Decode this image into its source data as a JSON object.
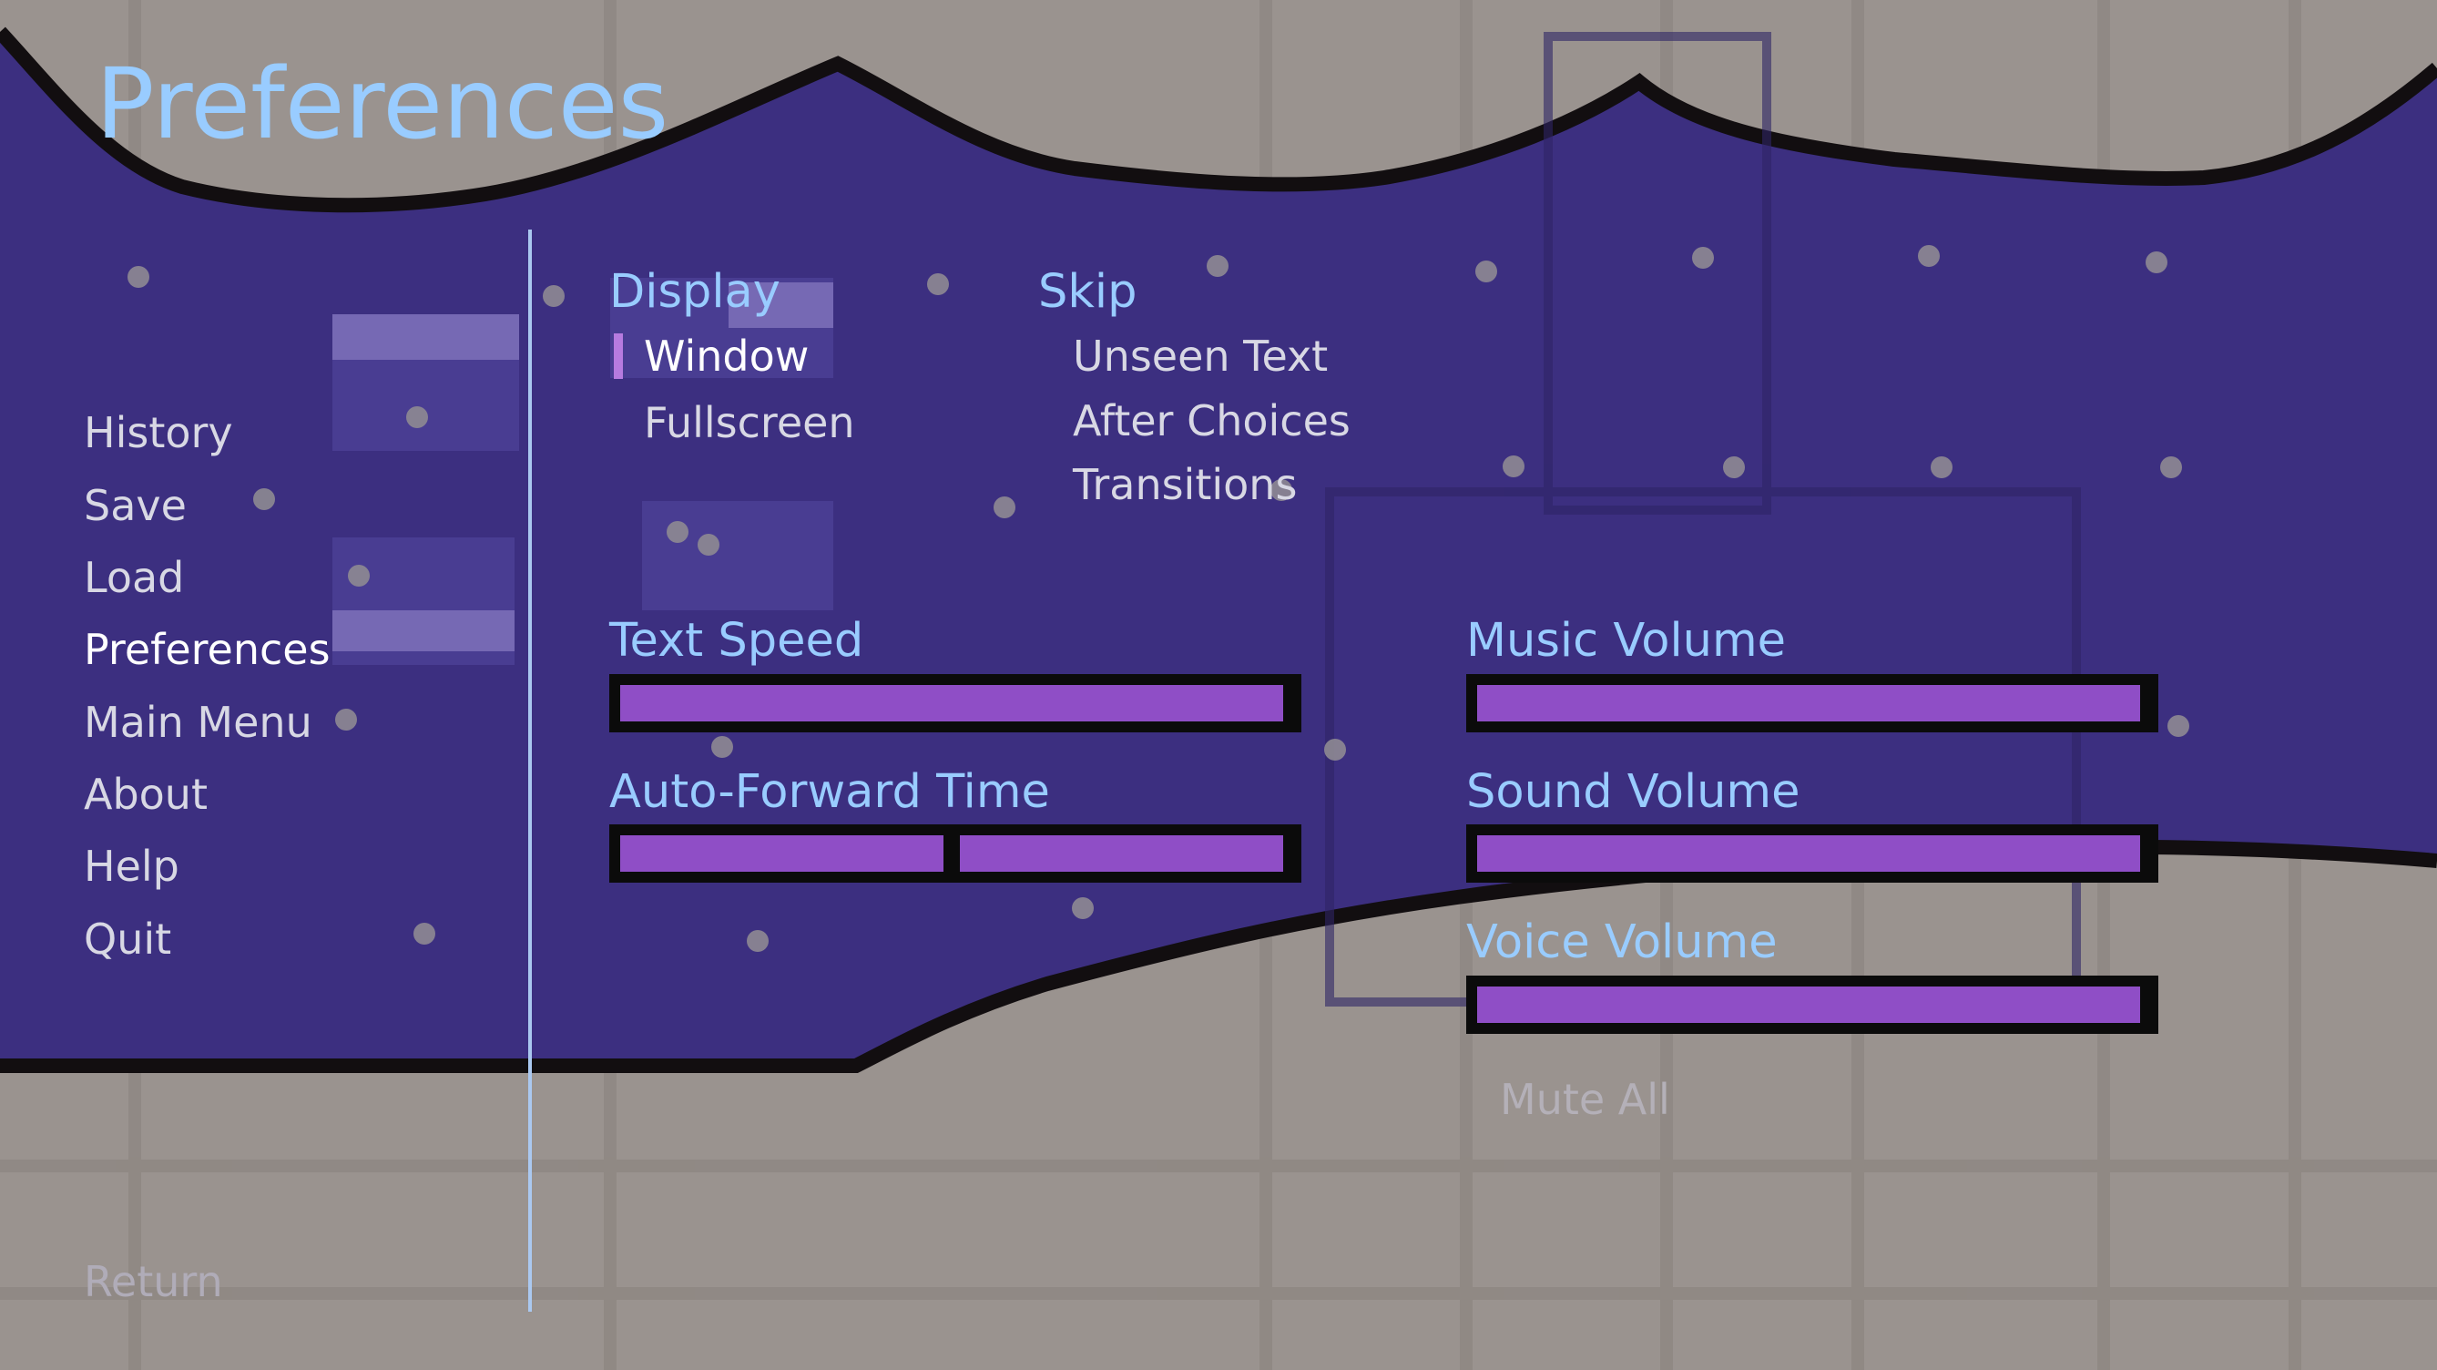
{
  "screen": {
    "title": "Preferences"
  },
  "nav": {
    "items": [
      {
        "label": "History"
      },
      {
        "label": "Save"
      },
      {
        "label": "Load"
      },
      {
        "label": "Preferences"
      },
      {
        "label": "Main Menu"
      },
      {
        "label": "About"
      },
      {
        "label": "Help"
      },
      {
        "label": "Quit"
      }
    ],
    "active": "Preferences",
    "return_label": "Return"
  },
  "display": {
    "label": "Display",
    "options": [
      "Window",
      "Fullscreen"
    ],
    "selected": "Window"
  },
  "skip": {
    "label": "Skip",
    "options": [
      "Unseen Text",
      "After Choices",
      "Transitions"
    ]
  },
  "sliders": {
    "text_speed": {
      "label": "Text Speed",
      "value": 1.0
    },
    "auto_forward": {
      "label": "Auto-Forward Time",
      "value": 0.5
    },
    "music_volume": {
      "label": "Music Volume",
      "value": 1.0
    },
    "sound_volume": {
      "label": "Sound Volume",
      "value": 1.0
    },
    "voice_volume": {
      "label": "Voice Volume",
      "value": 1.0
    }
  },
  "mute_all_label": "Mute All",
  "colors": {
    "accent": "#99ccff",
    "bar_fill": "#8f4ec6",
    "bar_frame": "#0b0b0b",
    "selection_mark": "#b67bdf",
    "overlay": "#3c2f80"
  }
}
